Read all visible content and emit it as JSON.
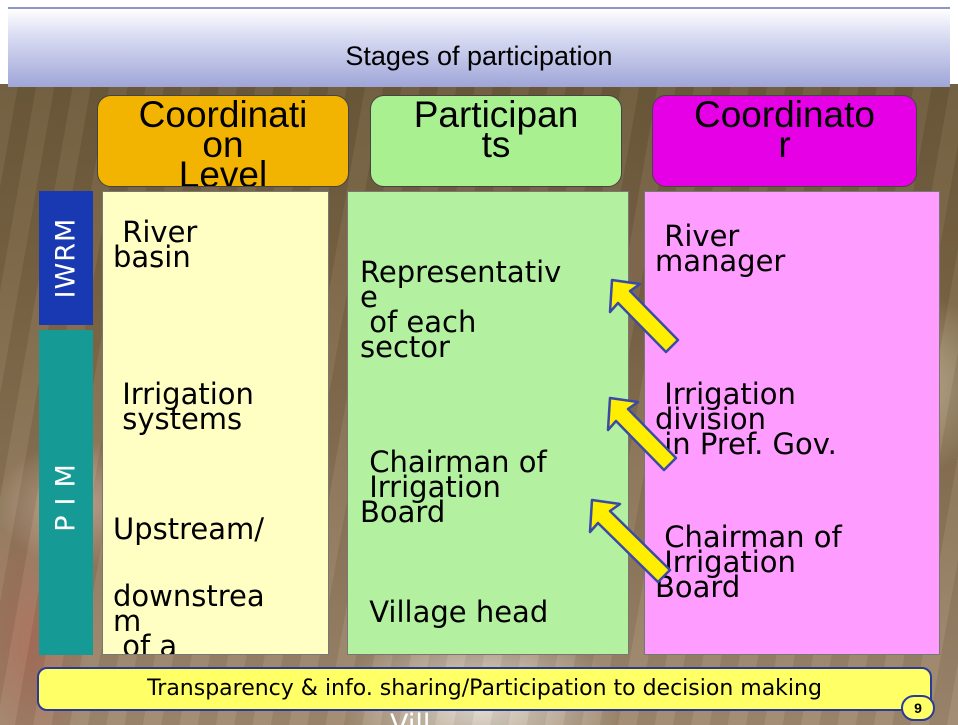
{
  "title": "Stages of participation",
  "headers": {
    "coordination_level": "Coordinati\non\nLevel",
    "participants": "Participan\nts",
    "coordinator": "Coordinato\nr"
  },
  "side_labels": {
    "iwrm": "IWRM",
    "pim": "PIM"
  },
  "columns": {
    "coordination_level": {
      "river_basin": " River\nbasin",
      "irrigation_systems": " Irrigation\n systems",
      "upstream": "Upstream/",
      "downstream": "downstrea\nm\n of a"
    },
    "participants": {
      "representative": "Representativ\ne\n of each\nsector",
      "chairman": " Chairman of\n Irrigation\nBoard",
      "village_head": " Village head"
    },
    "coordinator": {
      "river_manager": " River\nmanager",
      "irrigation_division": " Irrigation\ndivision\n in Pref. Gov.",
      "chairman": " Chairman of\n Irrigation\nBoard"
    }
  },
  "banner": "Transparency & info. sharing/Participation to decision making",
  "overflow_text": "Vill",
  "page_number": "9",
  "colors": {
    "coordination_header": "#f2b400",
    "participants_header": "#a8f090",
    "coordinator_header": "#e600e6",
    "iwrm_bar": "#1939b3",
    "pim_bar": "#159a96",
    "arrow": "#ffee00"
  }
}
